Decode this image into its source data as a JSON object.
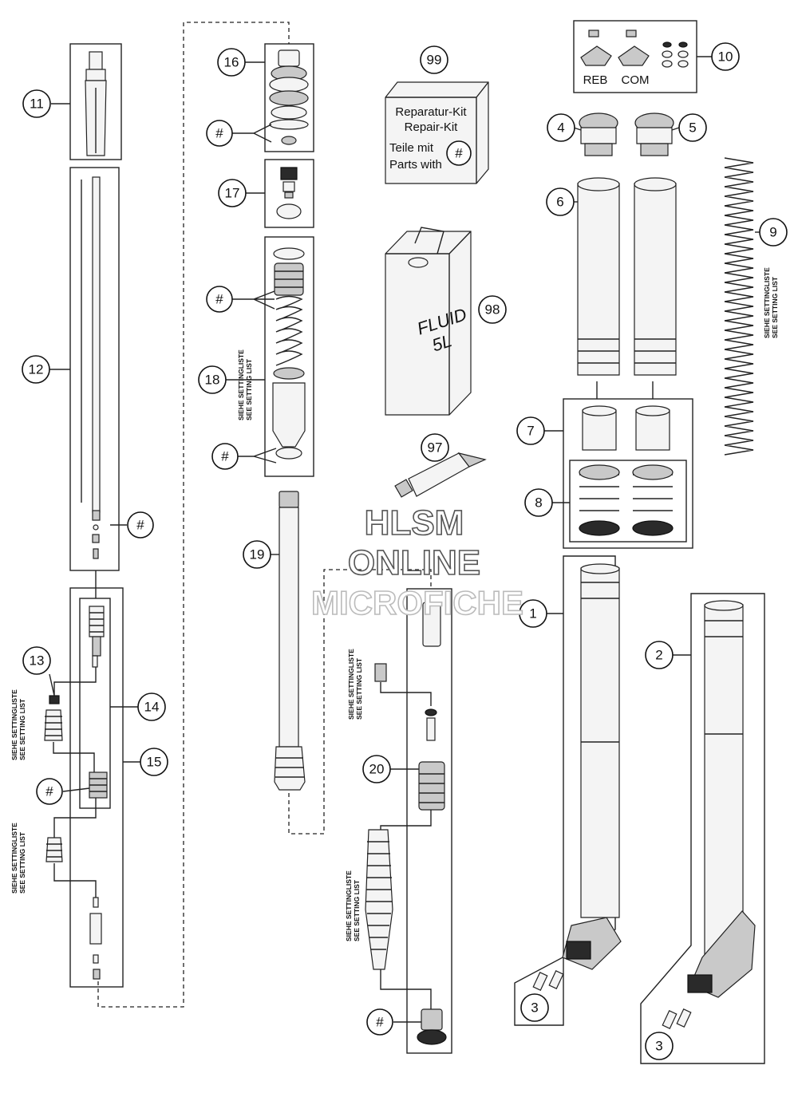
{
  "callouts": {
    "c1": "1",
    "c2": "2",
    "c3a": "3",
    "c3b": "3",
    "c4": "4",
    "c5": "5",
    "c6": "6",
    "c7": "7",
    "c8": "8",
    "c9": "9",
    "c10": "10",
    "c11": "11",
    "c12": "12",
    "c13": "13",
    "c14": "14",
    "c15": "15",
    "c16": "16",
    "c17": "17",
    "c18": "18",
    "c19": "19",
    "c20": "20",
    "c97": "97",
    "c98": "98",
    "c99": "99",
    "h1": "#",
    "h2": "#",
    "h3": "#",
    "h4": "#",
    "h5": "#",
    "h6": "#",
    "h7": "#"
  },
  "setting_list": {
    "de": "SIEHE SETTINGLISTE",
    "en": "SEE SETTING LIST"
  },
  "repair_kit": {
    "line1": "Reparatur-Kit",
    "line2": "Repair-Kit",
    "line3": "Teile mit",
    "line4": "Parts with",
    "symbol": "#"
  },
  "fluid_can": {
    "line1": "FLUID",
    "line2": "5L"
  },
  "adjusters": {
    "reb": "REB",
    "com": "COM"
  },
  "watermark": {
    "line1": "HLSM",
    "line2": "ONLINE",
    "line3": "MICROFICHE"
  }
}
